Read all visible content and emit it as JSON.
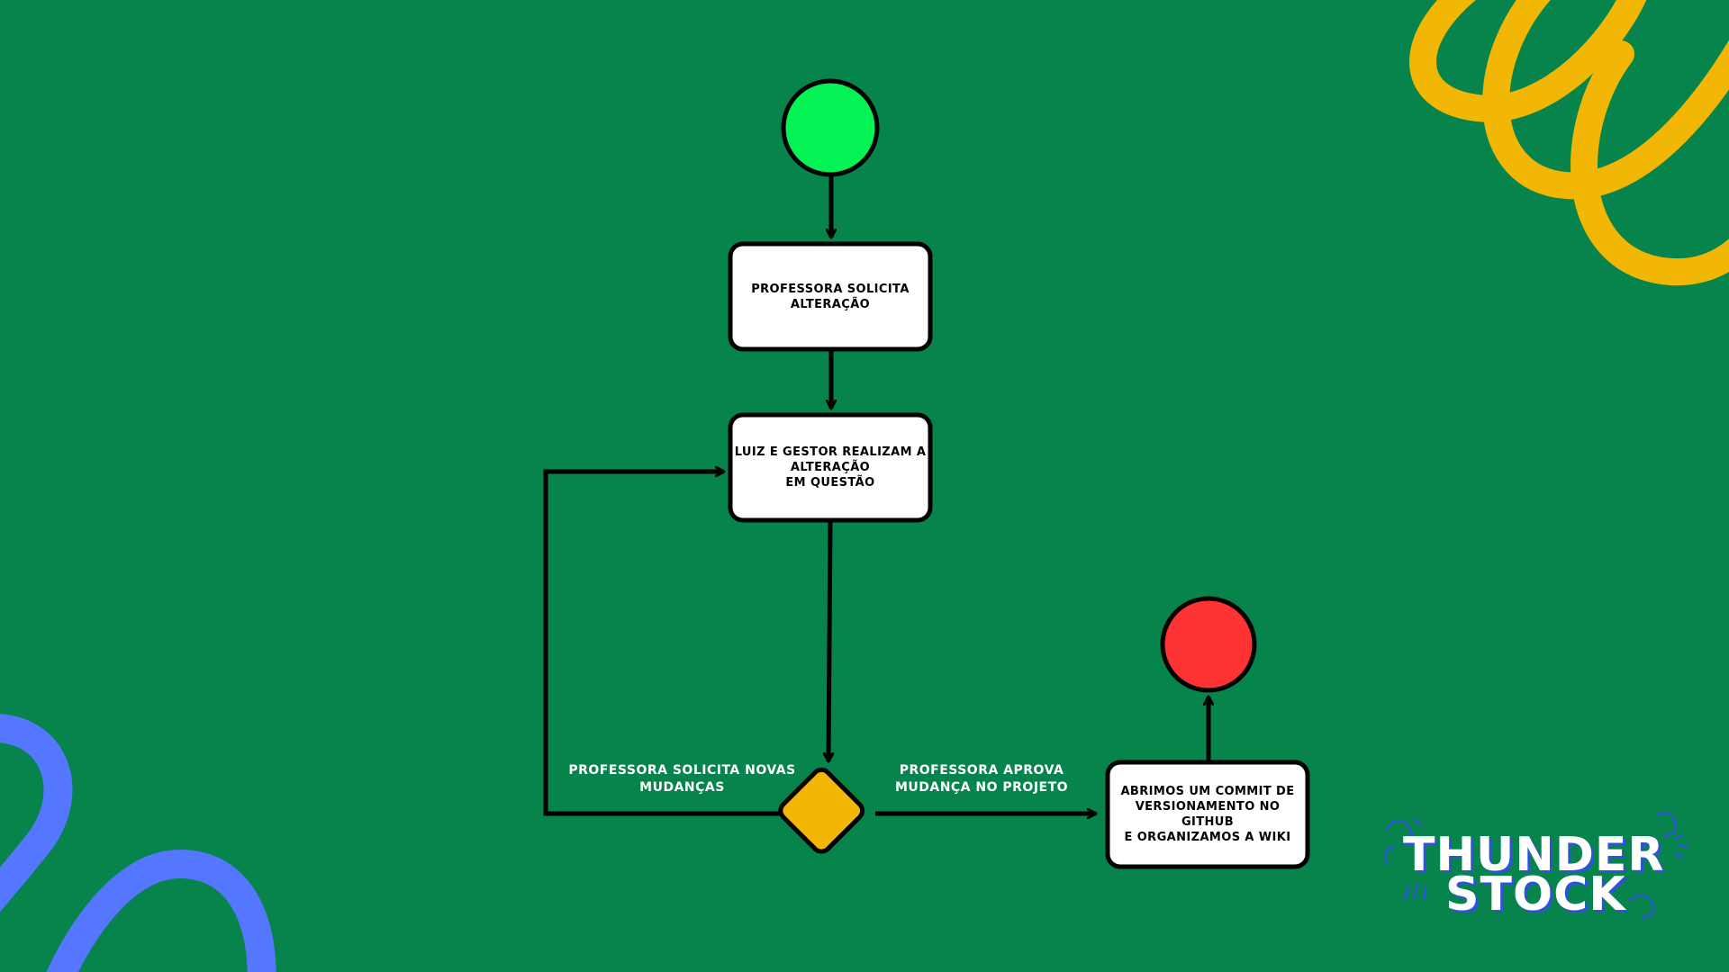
{
  "nodes": {
    "start": {
      "label": ""
    },
    "step1": {
      "label": "PROFESSORA SOLICITA\nALTERAÇÃO"
    },
    "step2": {
      "label": "LUIZ  E GESTOR REALIZAM A\nALTERAÇÃO\nEM QUESTÃO"
    },
    "decision": {
      "label": ""
    },
    "step3": {
      "label": "ABRIMOS UM COMMIT DE\nVERSIONAMENTO NO GITHUB\nE ORGANIZAMOS A WIKI"
    },
    "end": {
      "label": ""
    }
  },
  "edges": {
    "reject": {
      "label": "PROFESSORA SOLICITA NOVAS\nMUDANÇAS"
    },
    "approve": {
      "label": "PROFESSORA APROVA\nMUDANÇA NO PROJETO"
    }
  },
  "brand": {
    "line1": "THUNDER",
    "line2": "STOCK"
  },
  "colors": {
    "background": "#06844b",
    "start": "#05f254",
    "end": "#ff3333",
    "decision": "#f2b705",
    "yellow_swirl": "#f2b705",
    "blue_swirl": "#5577ff"
  }
}
